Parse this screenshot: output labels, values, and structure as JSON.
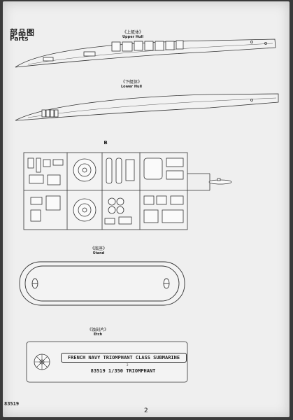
{
  "heading": {
    "cn": "部品图",
    "en": "Parts"
  },
  "upper_hull": {
    "cn": "《上艇体》",
    "en": "Upper Hull"
  },
  "lower_hull": {
    "cn": "《下艇体》",
    "en": "Lower Hull"
  },
  "sprue_b": {
    "label": "B"
  },
  "stand": {
    "cn": "《底座》",
    "en": "Stand"
  },
  "etch": {
    "cn": "《蚀刻片》",
    "en": "Etch",
    "line1": "FRENCH NAVY TRIOMPHANT CLASS SUBMARINE",
    "line2": "83519 1/350 TRIOMPHANT",
    "sub": "2"
  },
  "footer": {
    "code": "83519",
    "page": "2"
  }
}
